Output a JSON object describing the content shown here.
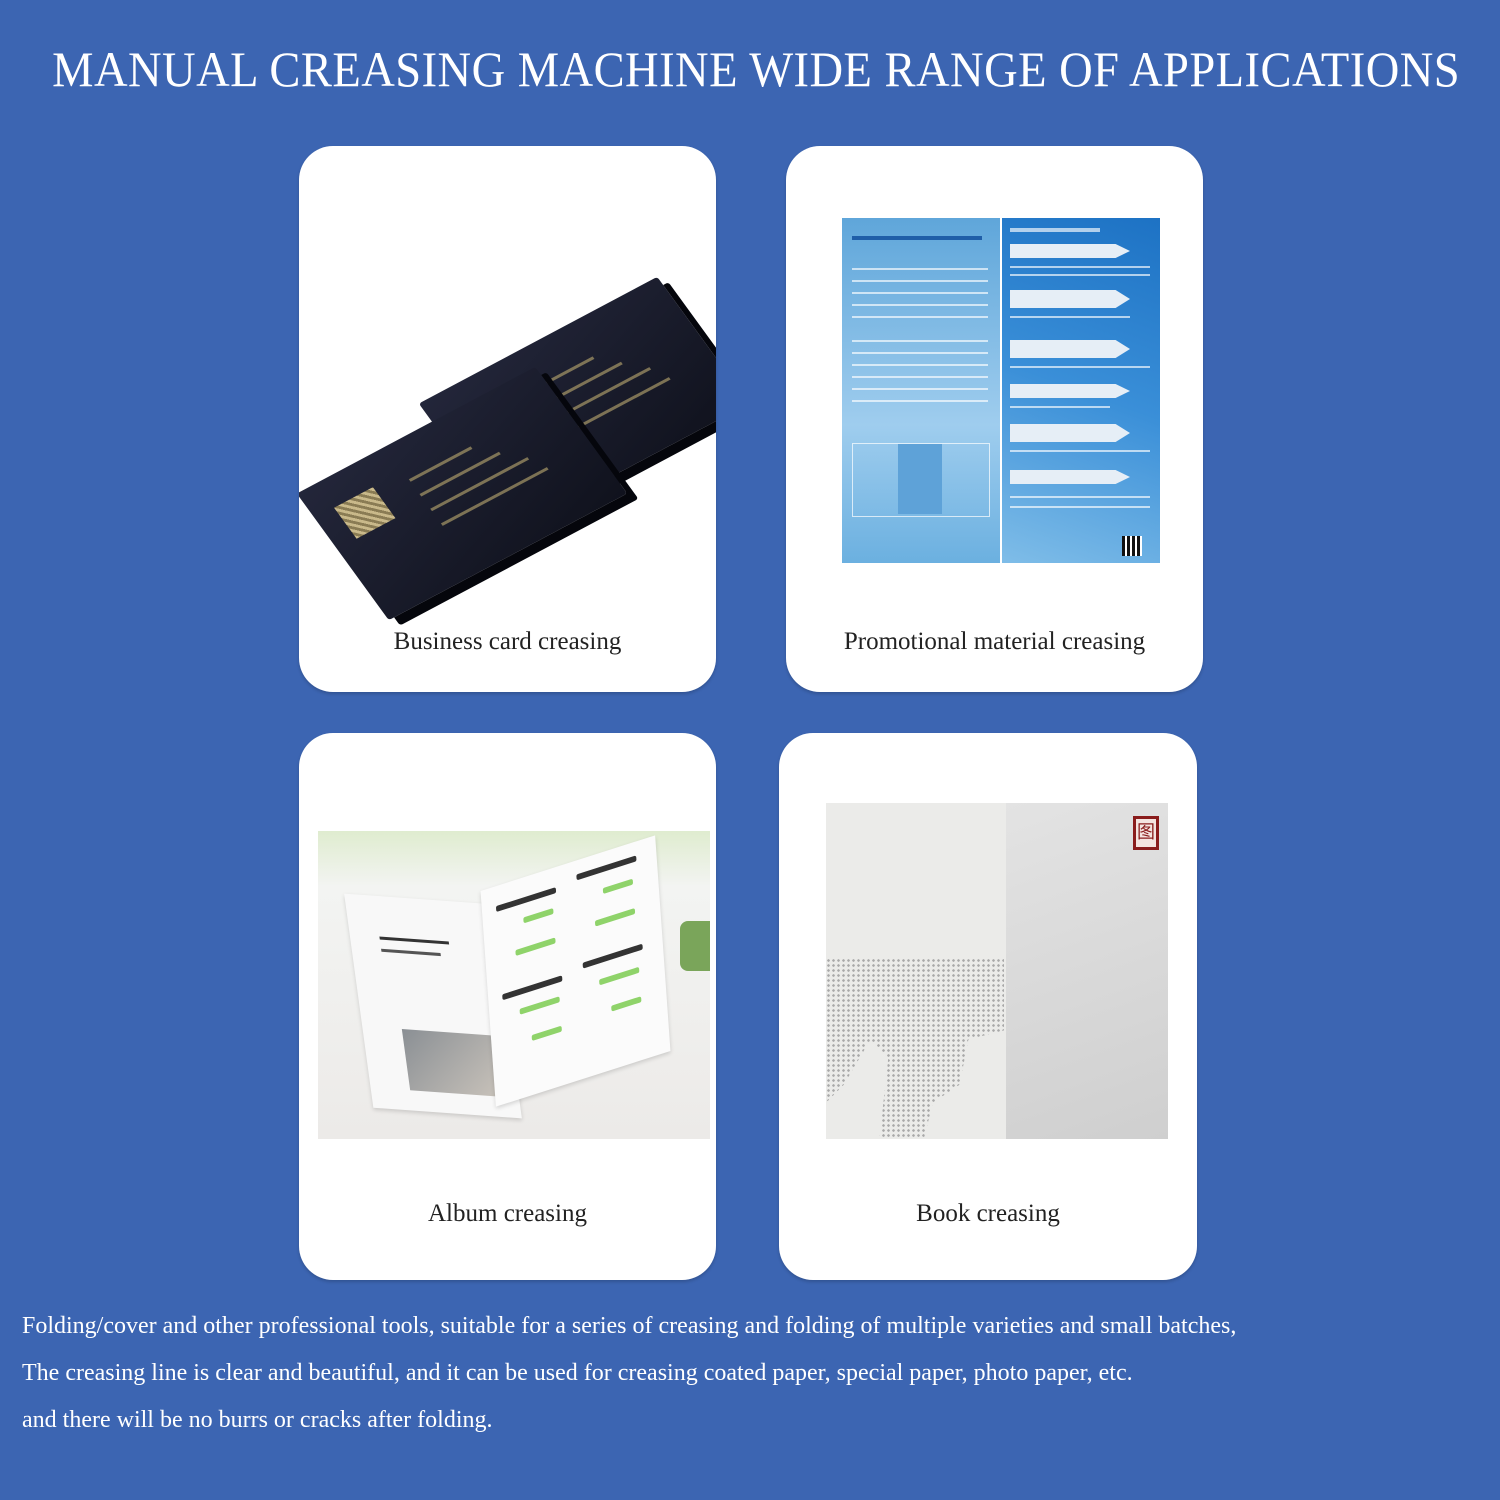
{
  "header": {
    "title": "MANUAL CREASING MACHINE WIDE RANGE OF APPLICATIONS"
  },
  "colors": {
    "background": "#3c65b2",
    "card": "#ffffff",
    "title_text": "#ffffff",
    "card_label_text": "#222222"
  },
  "applications": [
    {
      "label": "Business card creasing",
      "image": "black-business-cards"
    },
    {
      "label": "Promotional material creasing",
      "image": "blue-folded-brochure"
    },
    {
      "label": "Album creasing",
      "image": "open-photo-album"
    },
    {
      "label": "Book creasing",
      "image": "book-cover-world-map"
    }
  ],
  "description": {
    "lines": [
      "Folding/cover and other professional tools, suitable for a series of creasing and folding of multiple varieties and small batches,",
      "The creasing line is clear and beautiful, and it can be used for creasing coated paper, special paper, photo paper, etc.",
      "and there will be no burrs or cracks after folding."
    ]
  },
  "book_seal_glyph": "图"
}
